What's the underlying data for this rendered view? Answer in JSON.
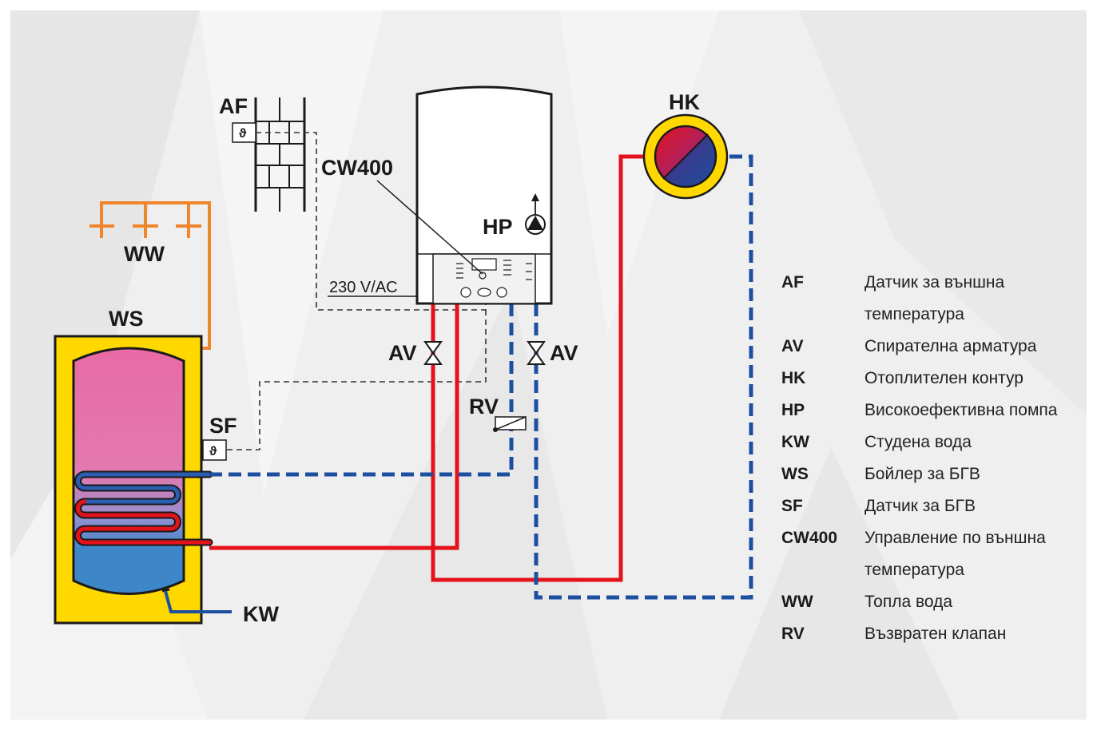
{
  "labels": {
    "af": "AF",
    "cw400": "CW400",
    "hp": "HP",
    "hk": "HK",
    "ww": "WW",
    "ws": "WS",
    "sf": "SF",
    "av_left": "AV",
    "av_right": "AV",
    "rv": "RV",
    "kw": "KW",
    "voltage": "230 V/AC"
  },
  "legend": [
    {
      "code": "AF",
      "text": "Датчик за външна температура"
    },
    {
      "code": "AV",
      "text": "Спирателна арматура"
    },
    {
      "code": "HK",
      "text": "Отоплителен контур"
    },
    {
      "code": "HP",
      "text": "Високоефективна помпа"
    },
    {
      "code": "KW",
      "text": "Студена вода"
    },
    {
      "code": "WS",
      "text": "Бойлер за БГВ"
    },
    {
      "code": "SF",
      "text": "Датчик за БГВ"
    },
    {
      "code": "CW400",
      "text": "Управление по външна температура"
    },
    {
      "code": "WW",
      "text": "Топла вода"
    },
    {
      "code": "RV",
      "text": "Възвратен клапан"
    }
  ],
  "colors": {
    "supply_red": "#e3121b",
    "return_blue": "#1c4fa0",
    "hot_water_orange": "#f0862c",
    "tank_yellow": "#ffd800",
    "tank_pink": "#e86aa6",
    "tank_blue": "#3d86c8"
  },
  "icons": {
    "sensor_symbol": "ϑ"
  }
}
